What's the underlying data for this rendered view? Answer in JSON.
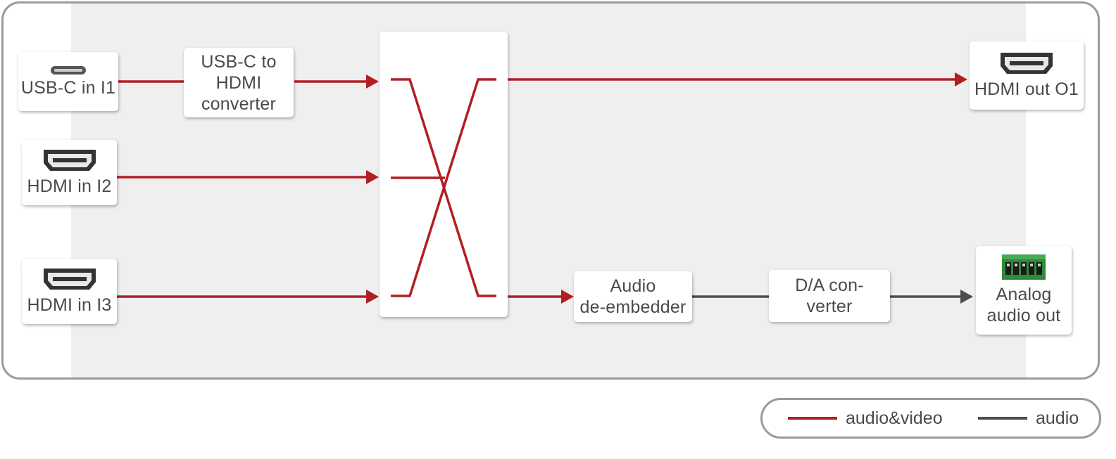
{
  "colors": {
    "audio_video": "#b11e23",
    "audio": "#4d4d4d",
    "frame": "#9a9a9a",
    "panel": "#efefef"
  },
  "nodes": {
    "usbc_in": {
      "label": "USB-C in I1",
      "icon": "usb-c-port-icon"
    },
    "hdmi_in2": {
      "label": "HDMI in I2",
      "icon": "hdmi-port-icon"
    },
    "hdmi_in3": {
      "label": "HDMI in I3",
      "icon": "hdmi-port-icon"
    },
    "usbc_converter": {
      "label": "USB-C to\nHDMI\nconverter"
    },
    "crosspoint": {
      "label": ""
    },
    "hdmi_out": {
      "label": "HDMI out O1",
      "icon": "hdmi-port-icon"
    },
    "audio_deembedder": {
      "label": "Audio\nde-embedder"
    },
    "da_converter": {
      "label": "D/A con-\nverter"
    },
    "analog_out": {
      "label": "Analog\naudio out",
      "icon": "terminal-block-connector-icon"
    }
  },
  "connections": [
    {
      "from": "USB-C in I1",
      "to": "USB-C to HDMI converter",
      "type": "audio&video"
    },
    {
      "from": "USB-C to HDMI converter",
      "to": "crosspoint",
      "type": "audio&video"
    },
    {
      "from": "HDMI in I2",
      "to": "crosspoint",
      "type": "audio&video"
    },
    {
      "from": "HDMI in I3",
      "to": "crosspoint",
      "type": "audio&video"
    },
    {
      "from": "crosspoint",
      "to": "HDMI out O1",
      "type": "audio&video"
    },
    {
      "from": "crosspoint",
      "to": "Audio de-embedder",
      "type": "audio&video"
    },
    {
      "from": "Audio de-embedder",
      "to": "D/A converter",
      "type": "audio"
    },
    {
      "from": "D/A converter",
      "to": "Analog audio out",
      "type": "audio"
    }
  ],
  "legend": {
    "audio_video_label": "audio&video",
    "audio_label": "audio"
  }
}
